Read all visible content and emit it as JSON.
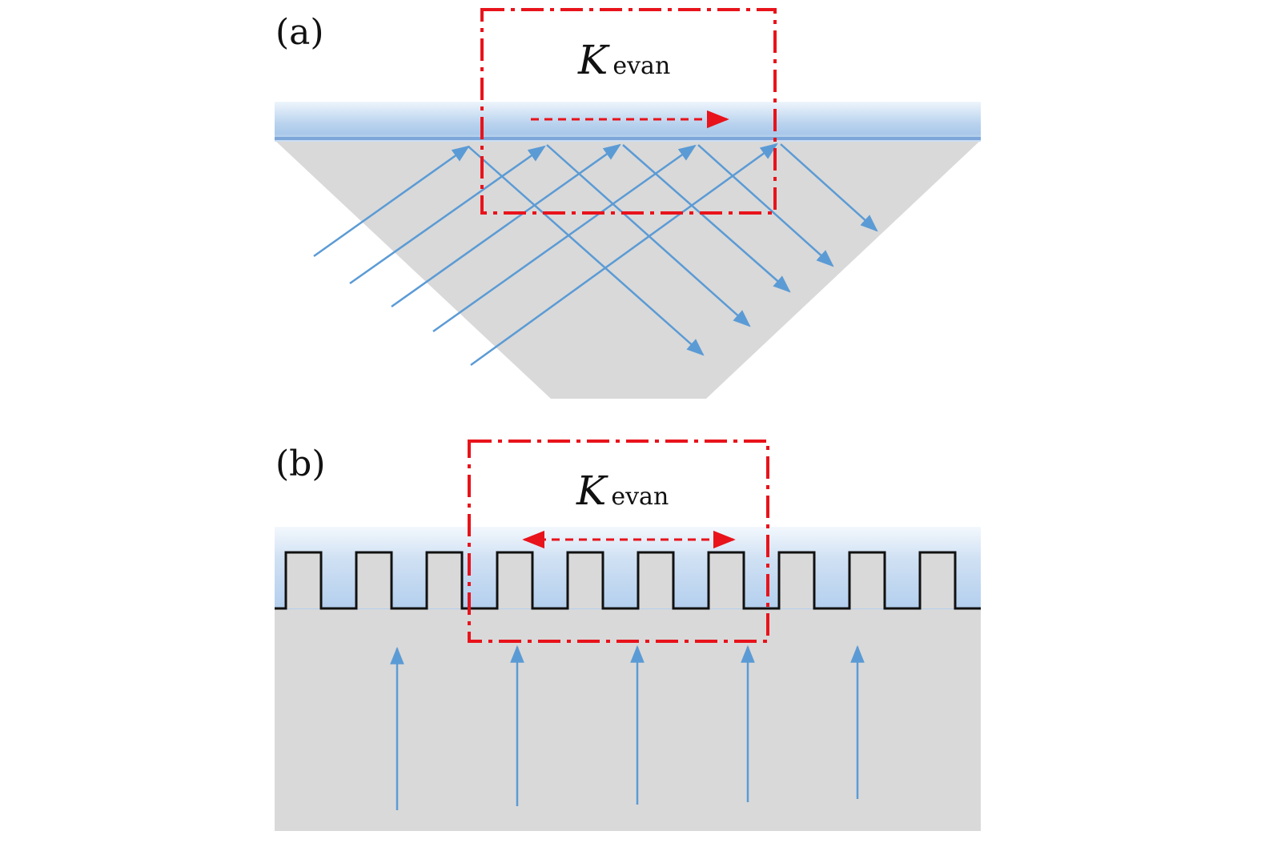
{
  "panels": [
    {
      "id": "a",
      "label": "(a)",
      "box_label": {
        "symbol": "K",
        "subscript": "evan"
      },
      "arrow_style": "single-headed, dashed, red",
      "structure": "prism with flat top layer (total internal reflection)"
    },
    {
      "id": "b",
      "label": "(b)",
      "box_label": {
        "symbol": "K",
        "subscript": "evan"
      },
      "arrow_style": "double-headed, dashed, red",
      "structure": "grating (square-wave interface), normal incidence"
    }
  ],
  "colors": {
    "substrate": "#d9d9d9",
    "layer_light": "#eaf2fb",
    "layer_mid": "#b9d3ee",
    "layer_line": "#7da7d9",
    "ray": "#5b9bd5",
    "highlight_box": "#e8131b",
    "grating_edge": "#111111"
  }
}
